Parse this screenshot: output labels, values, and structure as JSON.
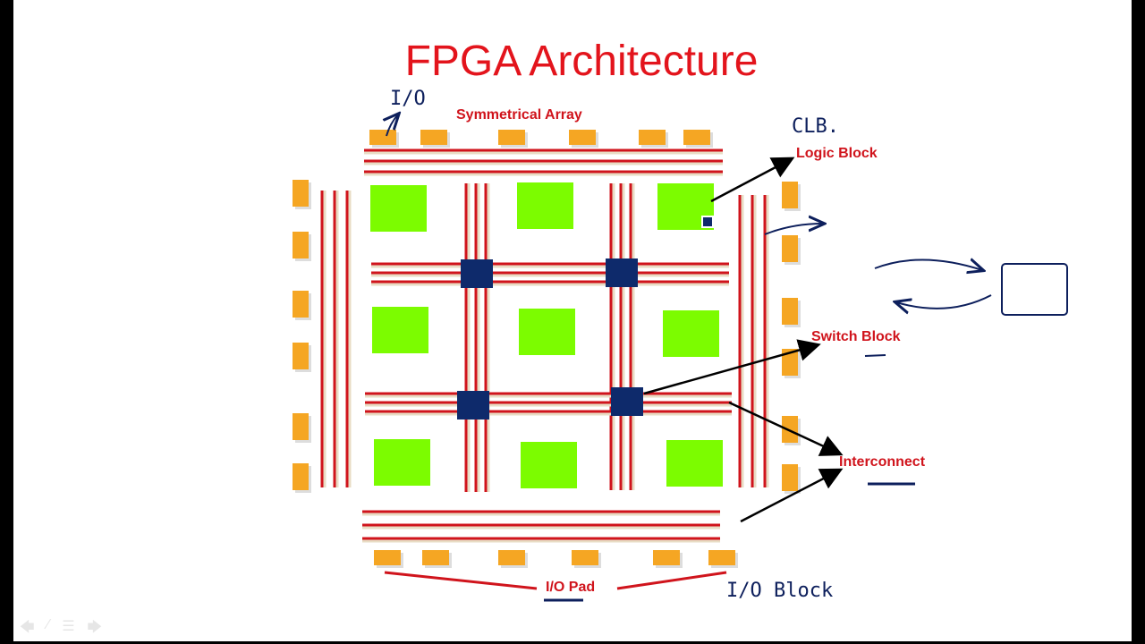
{
  "slide": {
    "title": "FPGA Architecture",
    "labels": {
      "symmetrical_array": "Symmetrical Array",
      "logic_block": "Logic Block",
      "switch_block": "Switch Block",
      "interconnect": "Interconnect",
      "io_pad": "I/O Pad"
    },
    "handwritten": {
      "io": "I/O",
      "clb": "CLB.",
      "io_block": "I/O Block"
    },
    "colors": {
      "title": "#e3141c",
      "wire": "#d0141c",
      "logic_block": "#7cfc00",
      "switch_block": "#0e2a6b",
      "io_pad": "#f5a623",
      "ink": "#0d1f5c"
    }
  },
  "nav": {
    "icons": [
      "prev-arrow-icon",
      "pen-icon",
      "menu-icon",
      "next-arrow-icon"
    ]
  }
}
